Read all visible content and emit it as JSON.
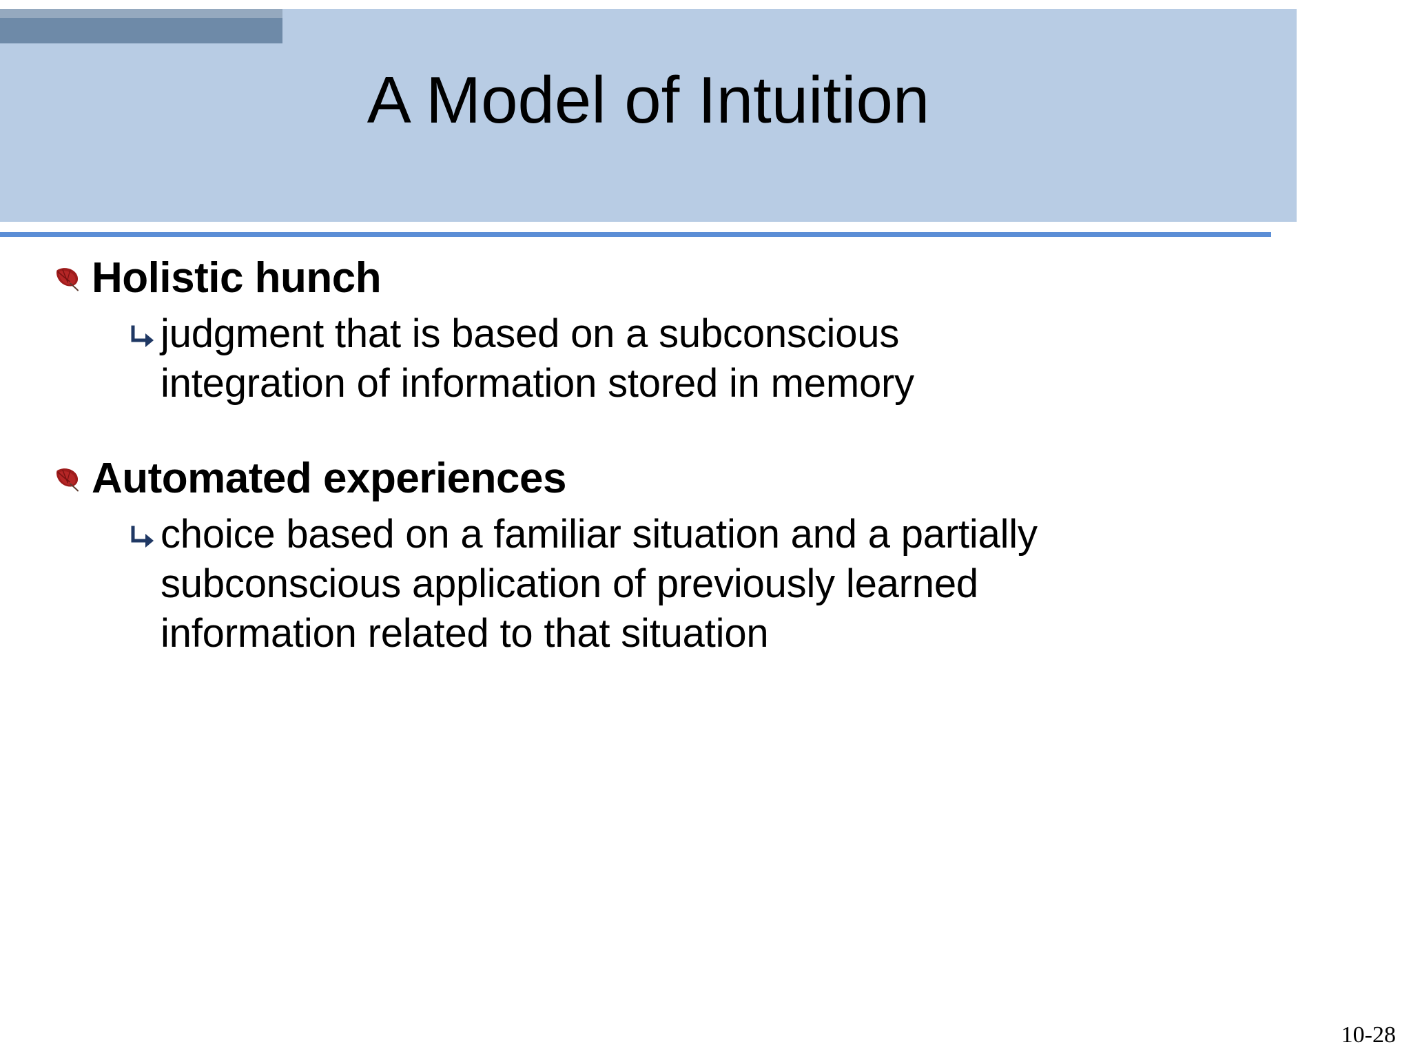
{
  "slide": {
    "title": "A Model of Intuition",
    "page_number": "10-28",
    "colors": {
      "header_band": "#b8cce4",
      "header_dark_bar": "#6e8aa8",
      "header_top_strip": "#95a9bf",
      "divider": "#5b8ed6",
      "leaf_bullet": "#9e1b1b",
      "arrow_bullet": "#1f3864",
      "text": "#000000",
      "background": "#ffffff"
    },
    "bullets": [
      {
        "icon": "red-leaf-bullet-icon",
        "heading": "Holistic hunch",
        "sub_icon": "arrow-hook-right-icon",
        "sub_text": "judgment that is based on a subconscious integration of information stored in memory"
      },
      {
        "icon": "red-leaf-bullet-icon",
        "heading": "Automated experiences",
        "sub_icon": "arrow-hook-right-icon",
        "sub_text": "choice based on a familiar situation and a partially subconscious application of previously learned information related to that situation"
      }
    ]
  }
}
